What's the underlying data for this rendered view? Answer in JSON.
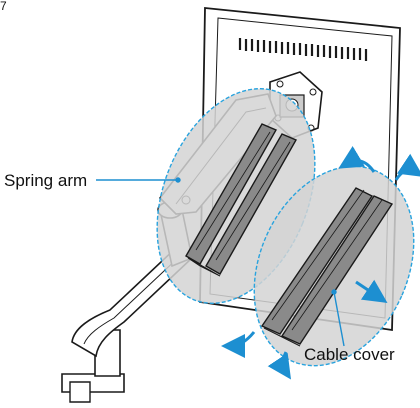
{
  "page": {
    "number_fragment": "7"
  },
  "labels": {
    "spring_arm": "Spring arm",
    "cable_cover": "Cable cover"
  },
  "colors": {
    "line": "#1a1a1a",
    "callout_blue": "#1d8fd1",
    "oval_fill": "#d4d4d4",
    "oval_stroke": "#29a3de",
    "part_fill": "#8a8a8a",
    "part_dark": "#5a5a5a",
    "arrow_blue": "#1d8fd1"
  },
  "icons": [
    "curved-arrow-icon"
  ]
}
